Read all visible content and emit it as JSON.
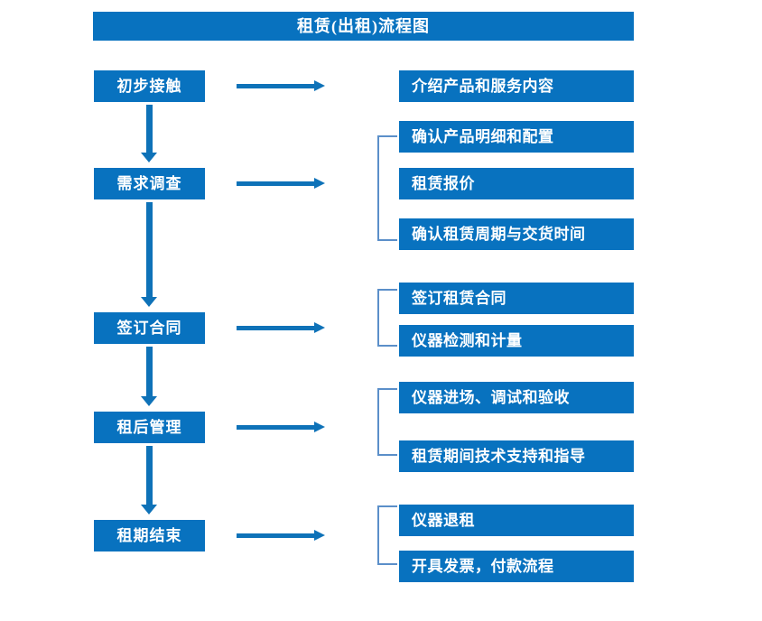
{
  "title": "租赁(出租)流程图",
  "colors": {
    "box_fill": "#0872bf",
    "box_text": "#ffffff",
    "arrow": "#0e72b8",
    "bracket": "#5b8fc9",
    "background": "#ffffff"
  },
  "stages": [
    {
      "id": "stage-1",
      "label": "初步接触",
      "details": [
        "介绍产品和服务内容"
      ],
      "bracketed": false
    },
    {
      "id": "stage-2",
      "label": "需求调查",
      "details": [
        "确认产品明细和配置",
        "租赁报价",
        "确认租赁周期与交货时间"
      ],
      "bracketed": true
    },
    {
      "id": "stage-3",
      "label": "签订合同",
      "details": [
        "签订租赁合同",
        "仪器检测和计量"
      ],
      "bracketed": true
    },
    {
      "id": "stage-4",
      "label": "租后管理",
      "details": [
        "仪器进场、调试和验收",
        "租赁期间技术支持和指导"
      ],
      "bracketed": true
    },
    {
      "id": "stage-5",
      "label": "租期结束",
      "details": [
        "仪器退租",
        "开具发票，付款流程"
      ],
      "bracketed": true
    }
  ],
  "left_boxes": [
    {
      "label": "初步接触"
    },
    {
      "label": "需求调查"
    },
    {
      "label": "签订合同"
    },
    {
      "label": "租后管理"
    },
    {
      "label": "租期结束"
    }
  ],
  "right_boxes": [
    {
      "label": "介绍产品和服务内容"
    },
    {
      "label": "确认产品明细和配置"
    },
    {
      "label": "租赁报价"
    },
    {
      "label": "确认租赁周期与交货时间"
    },
    {
      "label": "签订租赁合同"
    },
    {
      "label": "仪器检测和计量"
    },
    {
      "label": "仪器进场、调试和验收"
    },
    {
      "label": "租赁期间技术支持和指导"
    },
    {
      "label": "仪器退租"
    },
    {
      "label": "开具发票，付款流程"
    }
  ]
}
